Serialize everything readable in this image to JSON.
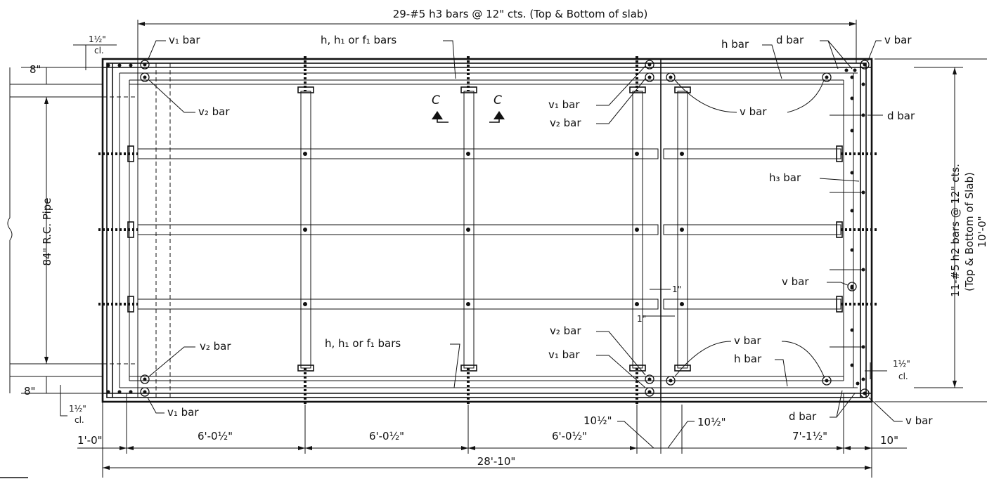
{
  "notes": {
    "top_bars": "29-#5 h3 bars @ 12\" cts. (Top & Bottom of slab)",
    "side_bars_line1": "11-#5 h2 bars @ 12\" cts.",
    "side_bars_line2": "(Top & Bottom of Slab)",
    "pipe": "84\" R.C. Pipe"
  },
  "labels": {
    "v1_bar": "v₁ bar",
    "v2_bar": "v₂ bar",
    "v_bar": "v bar",
    "h_bar": "h bar",
    "d_bar": "d bar",
    "h3_bar": "h₃ bar",
    "h_h1_f1_bars": "h, h₁ or f₁ bars",
    "section_mark": "C"
  },
  "dims": {
    "clear_1_5": "1½\"",
    "cl": "cl.",
    "eight_in": "8\"",
    "one_in": "1\"",
    "one_foot": "1'-0\"",
    "span_1": "6'-0½\"",
    "span_2": "6'-0½\"",
    "span_3": "6'-0½\"",
    "ten_half_left": "10½\"",
    "ten_half_right": "10½\"",
    "span_4": "7'-1½\"",
    "ten_in": "10\"",
    "overall_length": "28'-10\"",
    "overall_width": "10'-0\""
  }
}
